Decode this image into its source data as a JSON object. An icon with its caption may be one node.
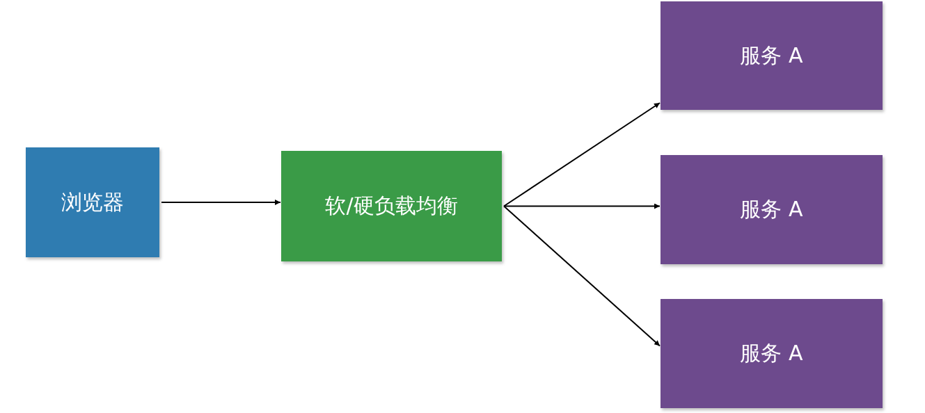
{
  "diagram": {
    "nodes": [
      {
        "text": [
          "浏览器"
        ]
      },
      {
        "text": [
          "软/硬负载均衡"
        ]
      },
      {
        "text": [
          "服务 A"
        ]
      },
      {
        "text": [
          "服务 A"
        ]
      },
      {
        "text": [
          "服务 A"
        ]
      }
    ],
    "edges": [
      {
        "from": 0,
        "to": 1,
        "arrow": "to"
      },
      {
        "from": 1,
        "to": 2,
        "arrow": "to"
      },
      {
        "from": 1,
        "to": 3,
        "arrow": "to"
      },
      {
        "from": 1,
        "to": 4,
        "arrow": "to"
      }
    ]
  }
}
